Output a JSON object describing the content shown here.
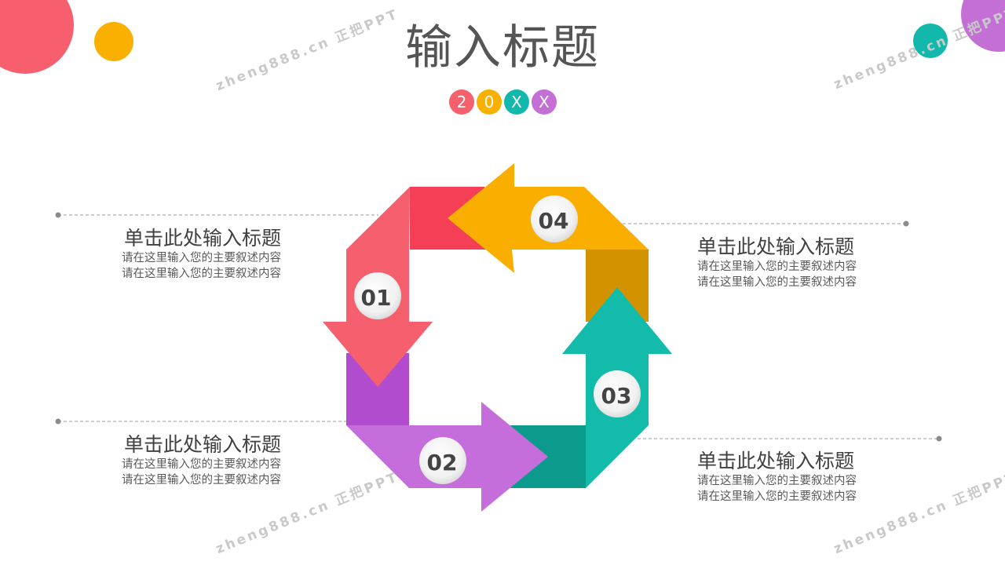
{
  "title": "输入标题",
  "badges": [
    {
      "text": "2",
      "color": "#f4606c"
    },
    {
      "text": "0",
      "color": "#f8b100"
    },
    {
      "text": "X",
      "color": "#12b8ab"
    },
    {
      "text": "X",
      "color": "#c36fd6"
    }
  ],
  "steps": [
    {
      "number": "01",
      "color": "#f55f6e"
    },
    {
      "number": "02",
      "color": "#c56edb"
    },
    {
      "number": "03",
      "color": "#12bbaa"
    },
    {
      "number": "04",
      "color": "#f9ae00"
    }
  ],
  "blocks": {
    "top_left": {
      "heading": "单击此处输入标题",
      "line1": "请在这里输入您的主要叙述内容",
      "line2": "请在这里输入您的主要叙述内容"
    },
    "bottom_left": {
      "heading": "单击此处输入标题",
      "line1": "请在这里输入您的主要叙述内容",
      "line2": "请在这里输入您的主要叙述内容"
    },
    "top_right": {
      "heading": "单击此处输入标题",
      "line1": "请在这里输入您的主要叙述内容",
      "line2": "请在这里输入您的主要叙述内容"
    },
    "bottom_right": {
      "heading": "单击此处输入标题",
      "line1": "请在这里输入您的主要叙述内容",
      "line2": "请在这里输入您的主要叙述内容"
    }
  },
  "watermark": "zheng888.cn 正把PPT"
}
